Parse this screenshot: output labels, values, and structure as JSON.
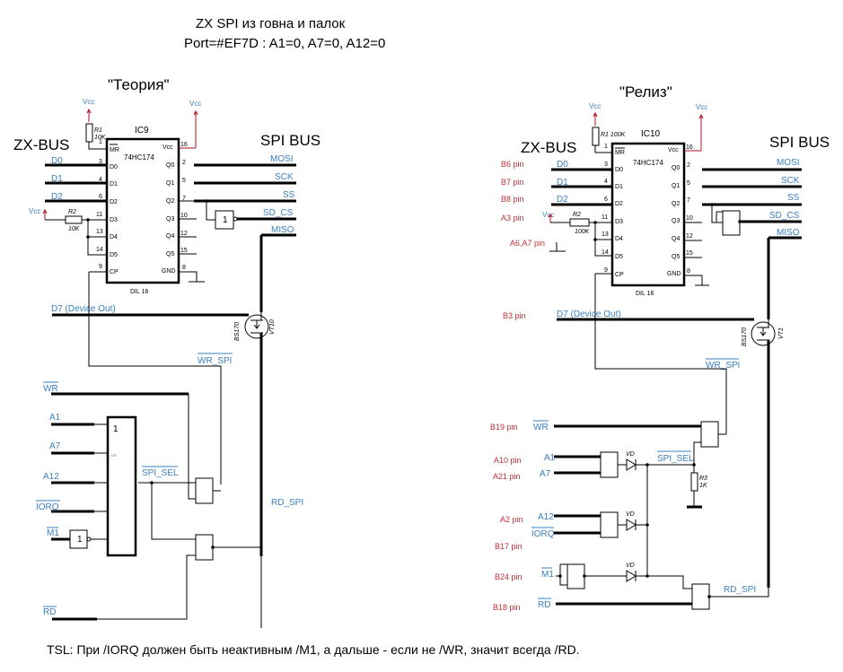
{
  "title": {
    "line1": "ZX SPI из говна и палок",
    "line2": "Port=#EF7D :  A1=0, A7=0, A12=0"
  },
  "left": {
    "heading": "\"Теория\"",
    "zx_bus": "ZX-BUS",
    "spi_bus": "SPI BUS",
    "ic": {
      "name": "IC9",
      "part": "74HC174",
      "package": "DIL 16",
      "left_pins": [
        {
          "num": "1",
          "name": "MR"
        },
        {
          "num": "3",
          "name": "D0"
        },
        {
          "num": "4",
          "name": "D1"
        },
        {
          "num": "6",
          "name": "D2"
        },
        {
          "num": "11",
          "name": "D3"
        },
        {
          "num": "13",
          "name": "D4"
        },
        {
          "num": "14",
          "name": "D5"
        },
        {
          "num": "9",
          "name": "CP"
        }
      ],
      "right_pins": [
        {
          "num": "16",
          "name": "Vcc"
        },
        {
          "num": "2",
          "name": "Q0"
        },
        {
          "num": "5",
          "name": "Q1"
        },
        {
          "num": "7",
          "name": "Q2"
        },
        {
          "num": "10",
          "name": "Q3"
        },
        {
          "num": "12",
          "name": "Q4"
        },
        {
          "num": "15",
          "name": "Q5"
        },
        {
          "num": "8",
          "name": "GND"
        }
      ]
    },
    "r1": {
      "name": "R1",
      "value": "10K"
    },
    "r2": {
      "name": "R2",
      "value": "10K"
    },
    "vcc": "Vcc",
    "inputs": [
      "D0",
      "D1",
      "D2"
    ],
    "spi_signals": [
      "MOSI",
      "SCK",
      "SS",
      "SD_CS",
      "MISO"
    ],
    "d7": "D7 (Device Out)",
    "transistor": {
      "part": "BS170",
      "name": "VT10"
    },
    "wr_spi": "WR_SPI",
    "wr": "WR",
    "or_inputs": [
      "A1",
      "A7",
      "A12",
      "IORQ",
      "M1"
    ],
    "or_gate": {
      "symbol": "1",
      "label": "OR"
    },
    "inv": "1",
    "spi_sel": "SPI_SEL",
    "rd_spi": "RD_SPI",
    "rd": "RD"
  },
  "right": {
    "heading": "\"Релиз\"",
    "zx_bus": "ZX-BUS",
    "spi_bus": "SPI BUS",
    "ic": {
      "name": "IC10",
      "part": "74HC174",
      "package": "DIL 16"
    },
    "r1": {
      "name": "R1",
      "value": "100K"
    },
    "r2": {
      "name": "R2",
      "value": "100K"
    },
    "r3": {
      "name": "R3",
      "value": "1K"
    },
    "vcc": "Vcc",
    "pins": {
      "b6": "B6 pin",
      "b7": "B7 pin",
      "b8": "B8 pin",
      "a3": "A3 pin",
      "a6a7": "A6,A7 pin",
      "b3": "B3 pin",
      "b19": "B19 pin",
      "a10": "A10 pin",
      "a21": "A21 pin",
      "a2": "A2 pin",
      "b17": "B17 pin",
      "b24": "B24 pin",
      "b18": "B18 pin"
    },
    "inputs": [
      "D0",
      "D1",
      "D2"
    ],
    "spi_signals": [
      "MOSI",
      "SCK",
      "SS",
      "SD_CS",
      "MISO"
    ],
    "d7": "D7 (Device Out)",
    "transistor": {
      "part": "BS170",
      "name": "VT1"
    },
    "wr_spi": "WR_SPI",
    "wr": "WR",
    "addr": [
      "A1",
      "A7",
      "A12",
      "IORQ",
      "M1",
      "RD"
    ],
    "diode": "VD",
    "spi_sel": "SPI_SEL",
    "rd_spi": "RD_SPI"
  },
  "note": "TSL: При /IORQ должен быть неактивным /M1, а дальше - если не /WR, значит всегда /RD."
}
